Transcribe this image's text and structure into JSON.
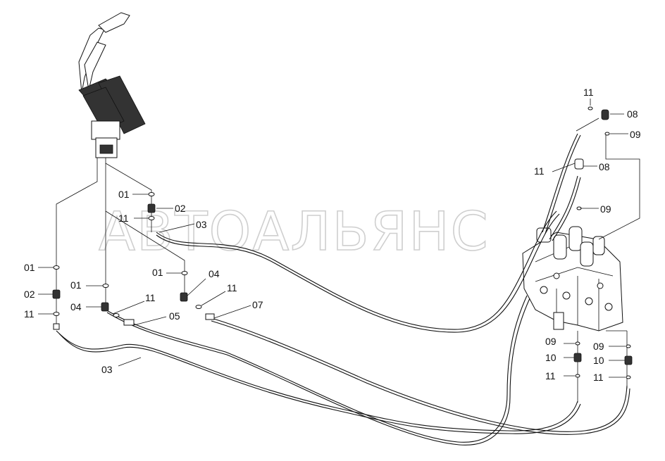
{
  "watermark": "АВТОАЛЬЯНС",
  "labels": {
    "l01a": "01",
    "l02a": "02",
    "l11a": "11",
    "l03a": "03",
    "l01b": "01",
    "l02b": "02",
    "l11b": "11",
    "l01c": "01",
    "l04c": "04",
    "l11c": "11",
    "l05c": "05",
    "l01d": "01",
    "l04d": "04",
    "l11d": "11",
    "l07d": "07",
    "l03b": "03",
    "l11e": "11",
    "l08e": "08",
    "l09e": "09",
    "l11f": "11",
    "l08f": "08",
    "l09f": "09",
    "l09g": "09",
    "l10g": "10",
    "l11g": "11",
    "l09h": "09",
    "l10h": "10",
    "l11h": "11"
  }
}
